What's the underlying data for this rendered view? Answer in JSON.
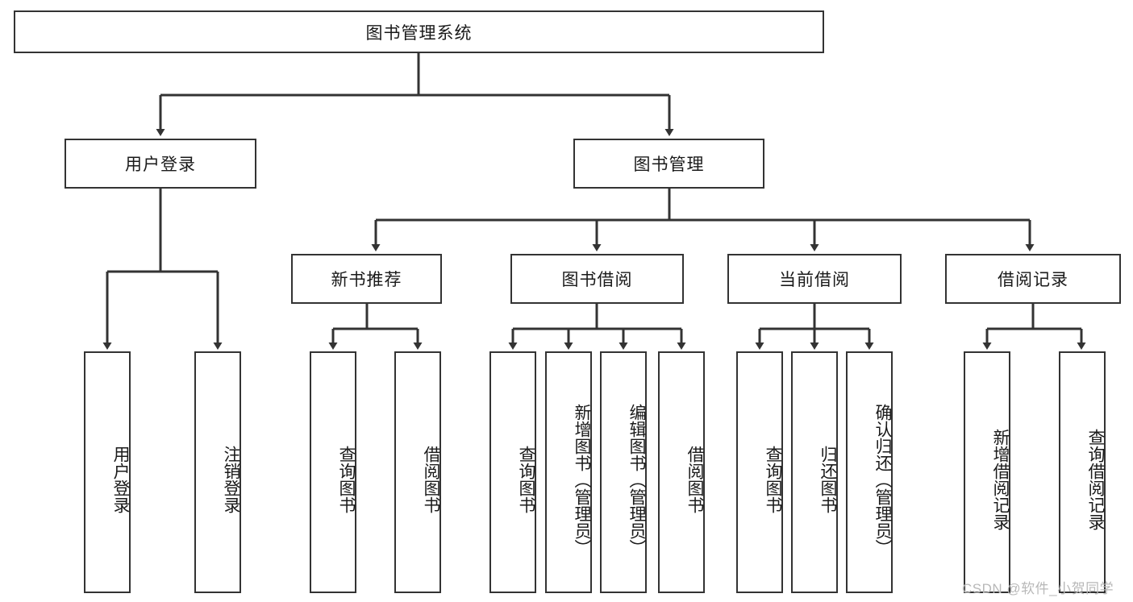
{
  "diagram": {
    "title": "图书管理系统",
    "type": "tree",
    "background_color": "#ffffff",
    "line_color": "#333333",
    "box_border_color": "#333333",
    "box_fill_color": "#ffffff",
    "text_color": "#1a1a1a"
  },
  "nodes": {
    "root": {
      "label": "图书管理系统"
    },
    "level2": [
      {
        "label": "用户登录"
      },
      {
        "label": "图书管理"
      }
    ],
    "level3": [
      {
        "label": "新书推荐"
      },
      {
        "label": "图书借阅"
      },
      {
        "label": "当前借阅"
      },
      {
        "label": "借阅记录"
      }
    ],
    "leaves": [
      {
        "label": "用户登录"
      },
      {
        "label": "注销登录"
      },
      {
        "label": "查询图书"
      },
      {
        "label": "借阅图书"
      },
      {
        "label": "查询图书"
      },
      {
        "label": "新增图书（管理员）"
      },
      {
        "label": "编辑图书（管理员）"
      },
      {
        "label": "借阅图书"
      },
      {
        "label": "查询图书"
      },
      {
        "label": "归还图书"
      },
      {
        "label": "确认归还（管理员）"
      },
      {
        "label": "新增借阅记录"
      },
      {
        "label": "查询借阅记录"
      }
    ]
  },
  "watermark": {
    "text": "CSDN @软件_小贺同学"
  }
}
